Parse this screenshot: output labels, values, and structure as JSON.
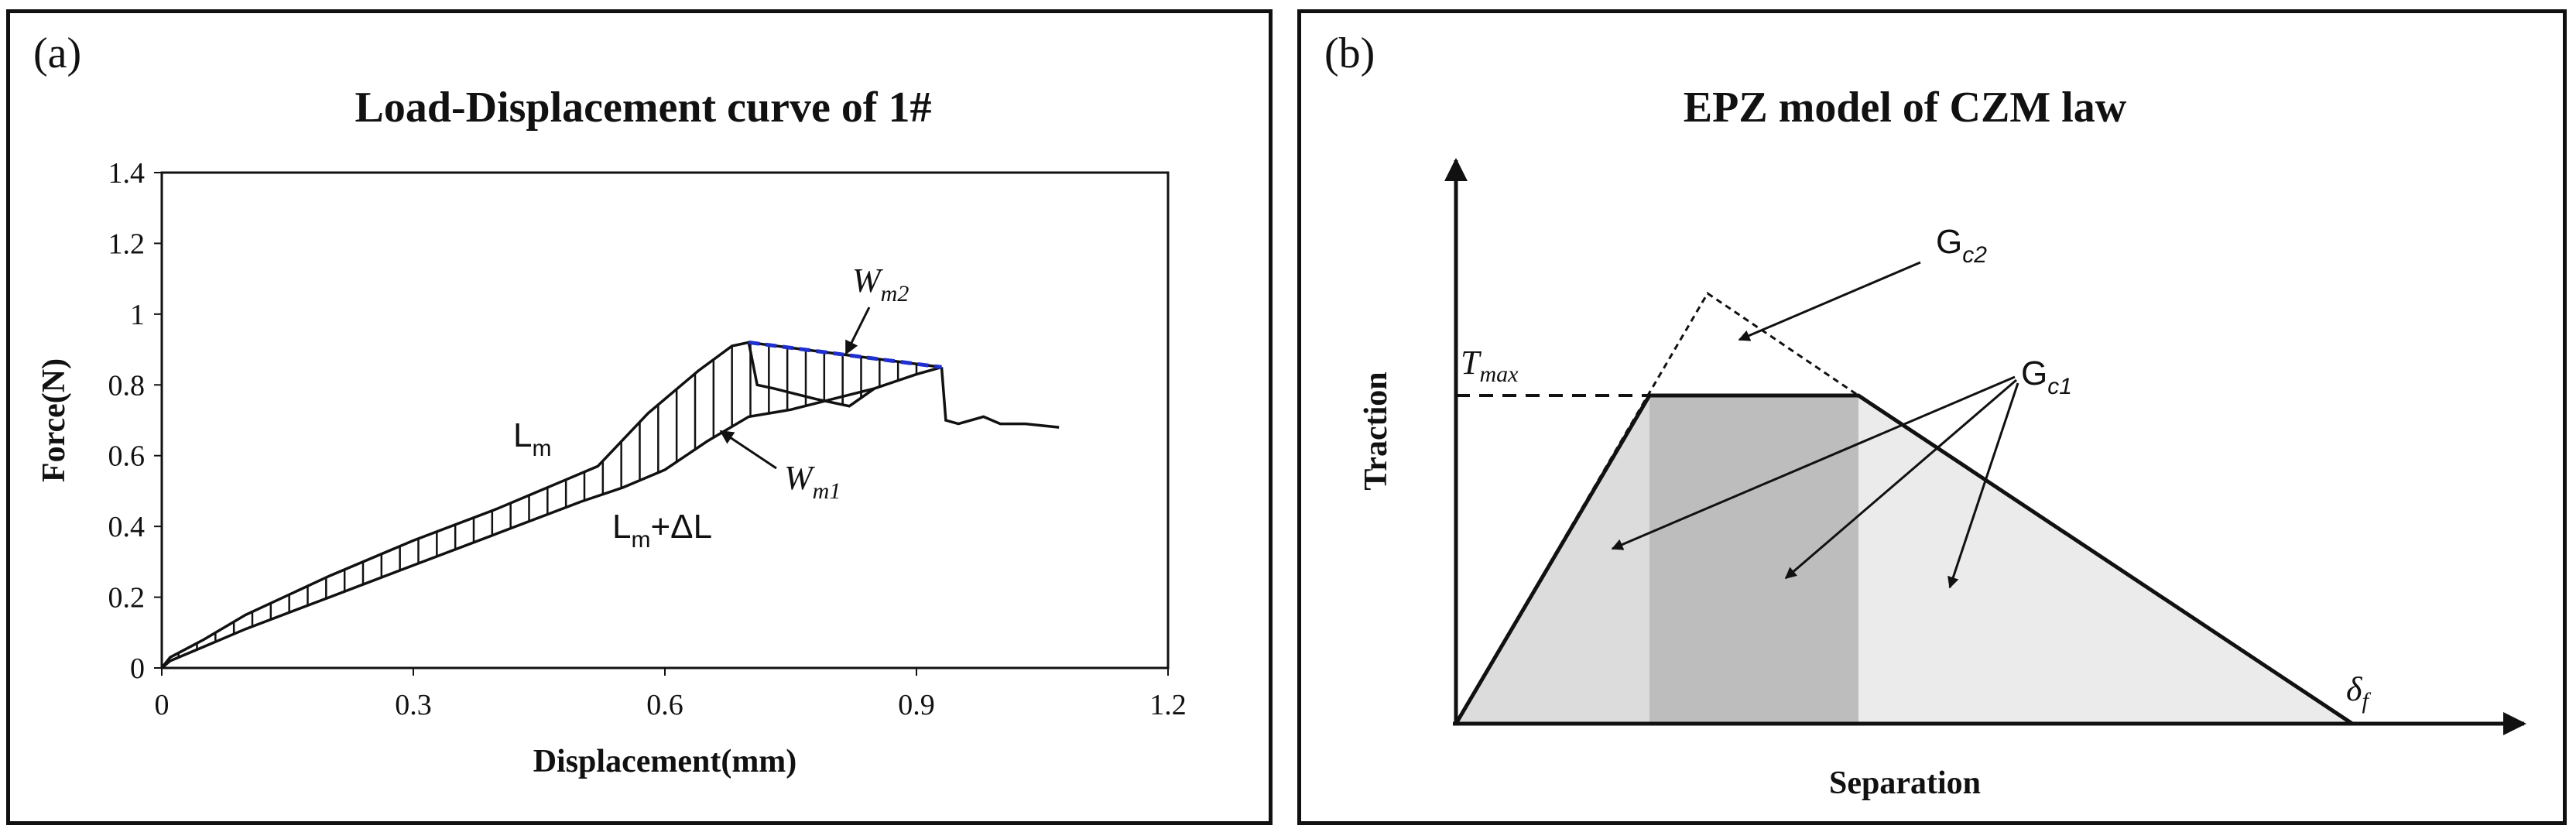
{
  "chart_data": [
    {
      "panel": "(a)",
      "type": "line",
      "title": "Load-Displacement curve of 1#",
      "xlabel": "Displacement(mm)",
      "ylabel": "Force(N)",
      "xlim": [
        0,
        1.2
      ],
      "ylim": [
        0,
        1.4
      ],
      "xticks": [
        0,
        0.3,
        0.6,
        0.9,
        1.2
      ],
      "yticks": [
        0,
        0.2,
        0.4,
        0.6,
        0.8,
        1,
        1.2,
        1.4
      ],
      "xtick_labels": [
        "0",
        "0.3",
        "0.6",
        "0.9",
        "1.2"
      ],
      "ytick_labels": [
        "0",
        "0.2",
        "0.4",
        "0.6",
        "0.8",
        "1",
        "1.2",
        "1.4"
      ],
      "grid": false,
      "series": [
        {
          "role": "upper-curve",
          "points": [
            [
              0.0,
              0.0
            ],
            [
              0.01,
              0.03
            ],
            [
              0.05,
              0.08
            ],
            [
              0.1,
              0.15
            ],
            [
              0.2,
              0.26
            ],
            [
              0.3,
              0.36
            ],
            [
              0.4,
              0.45
            ],
            [
              0.48,
              0.53
            ],
            [
              0.52,
              0.57
            ],
            [
              0.58,
              0.72
            ],
            [
              0.64,
              0.84
            ],
            [
              0.68,
              0.91
            ],
            [
              0.7,
              0.92
            ],
            [
              0.93,
              0.85
            ]
          ]
        },
        {
          "role": "lower-curve",
          "points": [
            [
              0.0,
              0.0
            ],
            [
              0.01,
              0.02
            ],
            [
              0.05,
              0.06
            ],
            [
              0.1,
              0.11
            ],
            [
              0.2,
              0.2
            ],
            [
              0.3,
              0.29
            ],
            [
              0.4,
              0.38
            ],
            [
              0.5,
              0.47
            ],
            [
              0.55,
              0.51
            ],
            [
              0.6,
              0.56
            ],
            [
              0.65,
              0.64
            ],
            [
              0.7,
              0.71
            ],
            [
              0.75,
              0.73
            ],
            [
              0.8,
              0.76
            ],
            [
              0.85,
              0.79
            ],
            [
              0.9,
              0.83
            ],
            [
              0.93,
              0.85
            ]
          ]
        },
        {
          "role": "inner-branch",
          "points": [
            [
              0.7,
              0.92
            ],
            [
              0.71,
              0.8
            ],
            [
              0.73,
              0.79
            ],
            [
              0.78,
              0.76
            ],
            [
              0.82,
              0.74
            ],
            [
              0.85,
              0.79
            ]
          ]
        },
        {
          "role": "post-peak",
          "points": [
            [
              0.93,
              0.85
            ],
            [
              0.935,
              0.7
            ],
            [
              0.95,
              0.69
            ],
            [
              0.98,
              0.71
            ],
            [
              1.0,
              0.69
            ],
            [
              1.03,
              0.69
            ],
            [
              1.07,
              0.68
            ]
          ]
        },
        {
          "role": "dashed-line",
          "color": "#1f2fd0",
          "points": [
            [
              0.7,
              0.92
            ],
            [
              0.93,
              0.85
            ]
          ]
        }
      ],
      "annotations": [
        {
          "text": "W",
          "sub": "m2"
        },
        {
          "text": "L",
          "sub": "m"
        },
        {
          "text": "W",
          "sub": "m1"
        },
        {
          "text": "L",
          "sub": "m",
          "suffix": "+ΔL"
        }
      ],
      "colors": {
        "curve": "#111111",
        "dashed": "#1f2fd0"
      }
    },
    {
      "panel": "(b)",
      "type": "diagram",
      "title": "EPZ model of CZM law",
      "xlabel": "Separation",
      "ylabel": "Traction",
      "labels": {
        "tmax": "T",
        "tmax_sub": "max",
        "gc2": "G",
        "gc2_sub": "c2",
        "gc1": "G",
        "gc1_sub": "c1",
        "delta": "δ",
        "delta_sub": "f"
      },
      "colors": {
        "region_light": "#ebebeb",
        "region_mid": "#dcdcdc",
        "region_dark": "#bdbdbd",
        "outline": "#111111"
      }
    }
  ]
}
